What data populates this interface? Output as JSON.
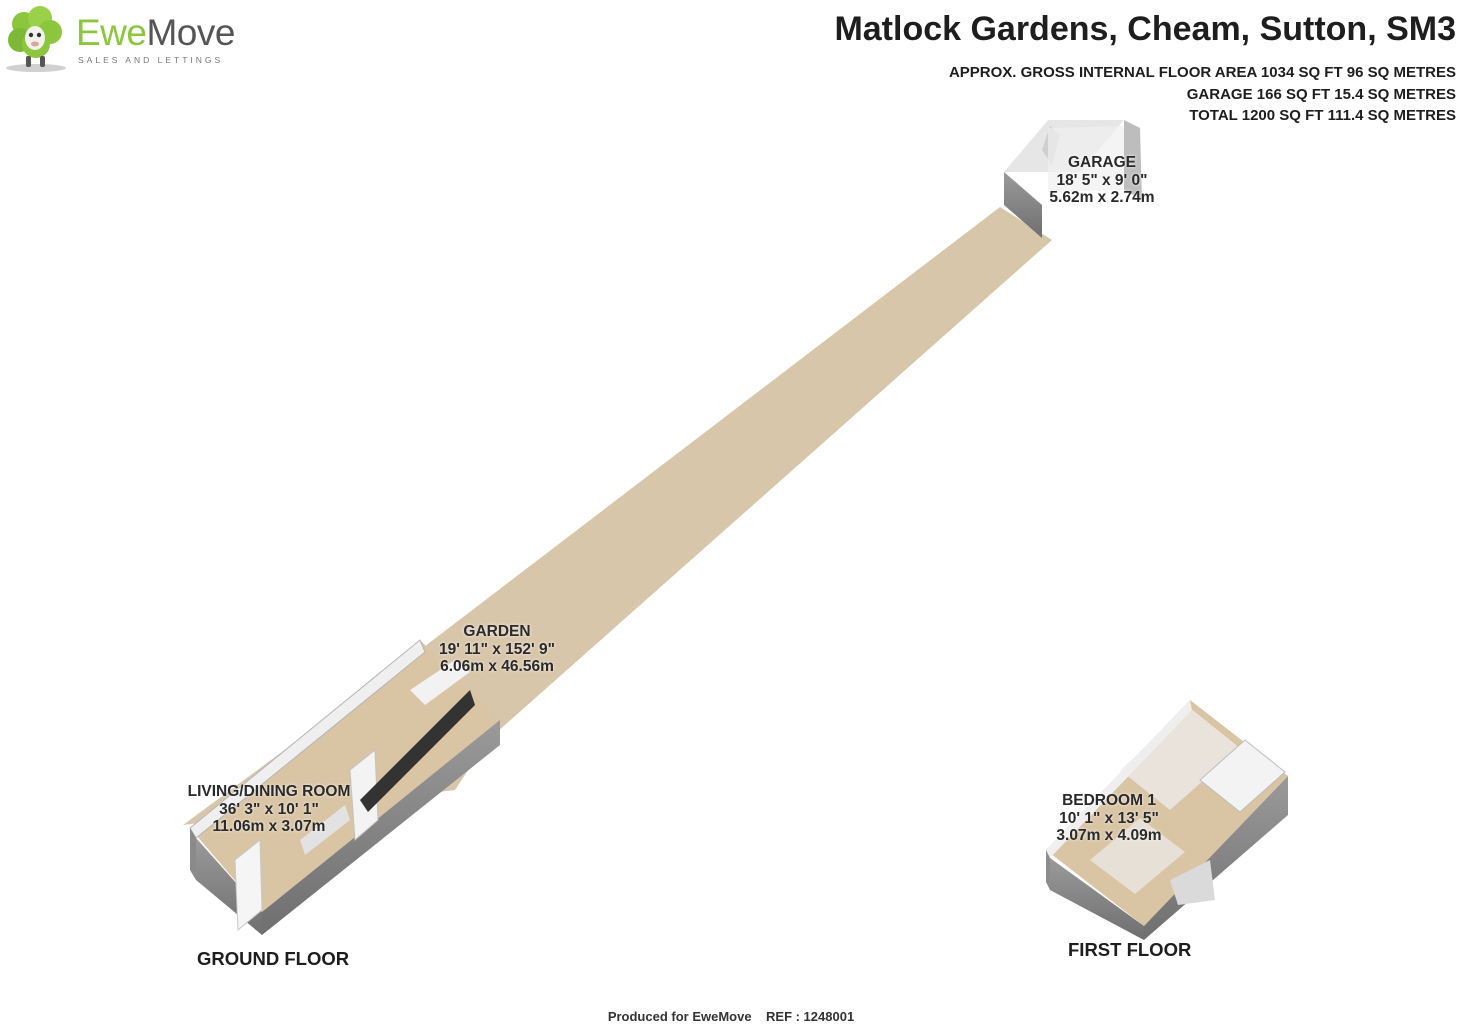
{
  "brand": {
    "name_part1": "Ewe",
    "name_part2": "Move",
    "tagline": "SALES AND LETTINGS",
    "color_green": "#8cc63f",
    "color_grey": "#555555"
  },
  "header": {
    "title": "Matlock Gardens, Cheam, Sutton, SM3",
    "area_lines": [
      "APPROX. GROSS INTERNAL FLOOR AREA 1034 SQ FT 96 SQ METRES",
      "GARAGE 166 SQ FT 15.4 SQ METRES",
      "TOTAL 1200 SQ FT 111.4 SQ METRES"
    ]
  },
  "rooms": {
    "garage": {
      "name": "GARAGE",
      "imperial": "18' 5\" x 9' 0\"",
      "metric": "5.62m x 2.74m"
    },
    "garden": {
      "name": "GARDEN",
      "imperial": "19' 11\" x 152' 9\"",
      "metric": "6.06m x 46.56m"
    },
    "living": {
      "name": "LIVING/DINING ROOM",
      "imperial": "36' 3\" x 10' 1\"",
      "metric": "11.06m x 3.07m"
    },
    "bedroom1": {
      "name": "BEDROOM 1",
      "imperial": "10' 1\" x 13' 5\"",
      "metric": "3.07m x 4.09m"
    }
  },
  "floors": {
    "ground": "GROUND FLOOR",
    "first": "FIRST FLOOR"
  },
  "footer": {
    "text": "Produced for EweMove    REF : 1248001"
  },
  "colors": {
    "garden": "#d8c6aa",
    "floor": "#d9c4a4",
    "wall_brick": "#8c8c8c",
    "wall_inner": "#eeeeee"
  }
}
